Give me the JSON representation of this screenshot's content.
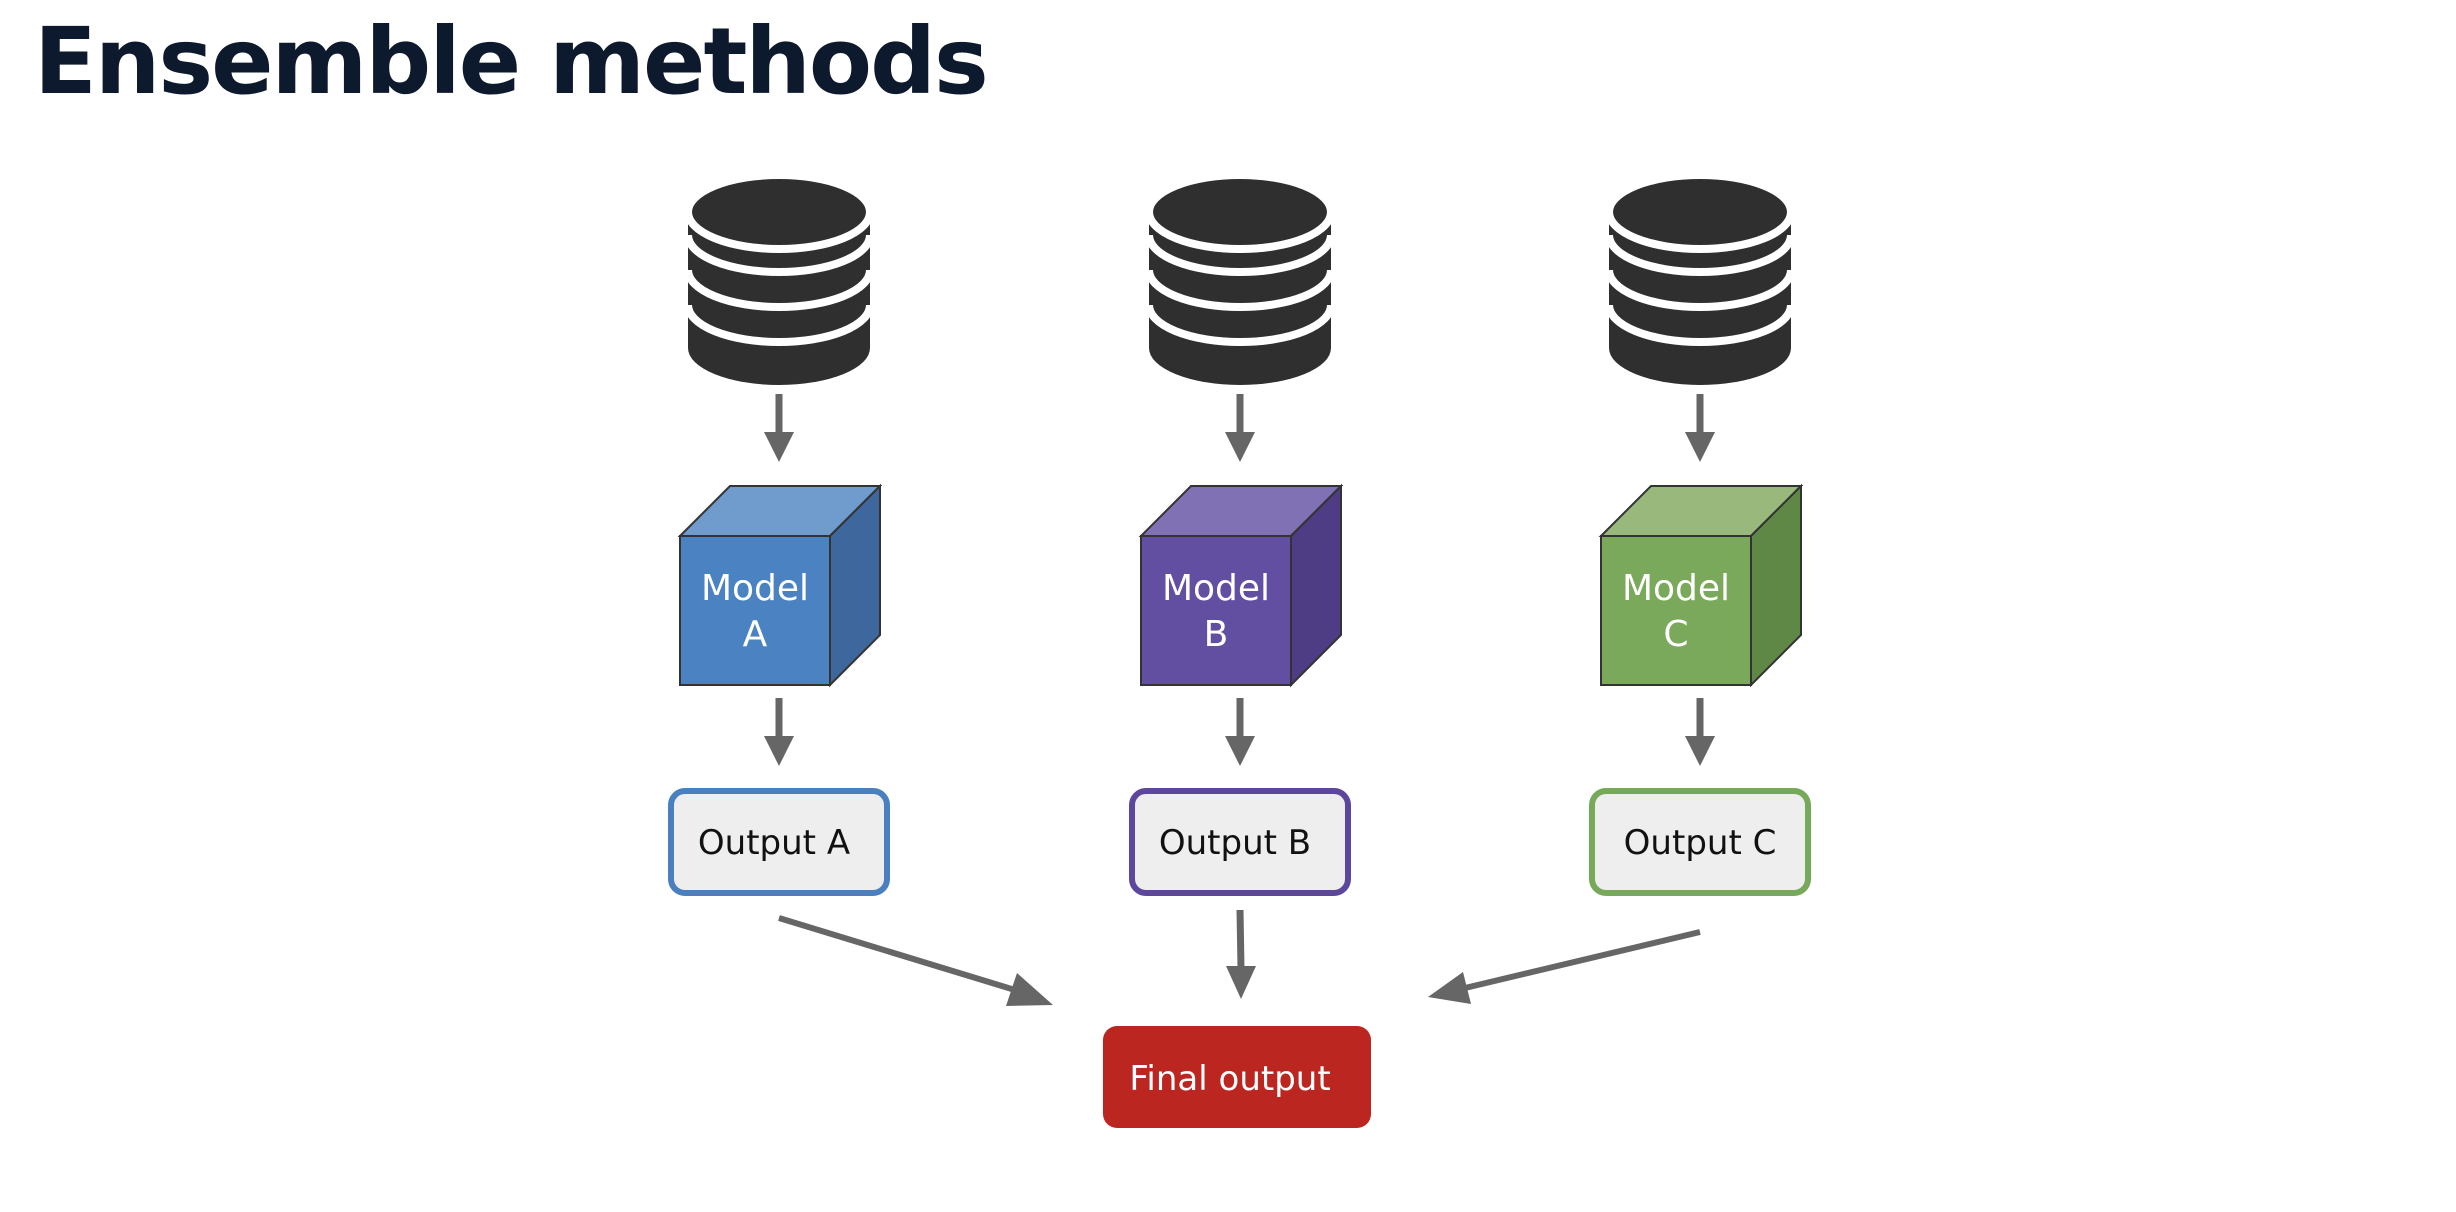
{
  "title": "Ensemble methods",
  "models": [
    {
      "line1": "Model",
      "line2": "A",
      "output": "Output A",
      "colors": {
        "front": "#4b82c2",
        "top": "#6f9bcd",
        "side": "#3e689d",
        "border": "#4b80c0"
      }
    },
    {
      "line1": "Model",
      "line2": "B",
      "output": "Output B",
      "colors": {
        "front": "#634fa2",
        "top": "#8070b4",
        "side": "#4e3d85",
        "border": "#5d479d"
      }
    },
    {
      "line1": "Model",
      "line2": "C",
      "output": "Output C",
      "colors": {
        "front": "#7ba95b",
        "top": "#98b97b",
        "side": "#5f8746",
        "border": "#76a95a"
      }
    }
  ],
  "final": {
    "label": "Final output",
    "color": "#bc2620"
  },
  "colors": {
    "database": "#2f2f2f",
    "arrow": "#666666",
    "output_fill": "#eeeeee",
    "title": "#0d1a2d"
  },
  "icons": [
    "database-icon",
    "arrow-down-icon",
    "arrow-diagonal-icon"
  ]
}
